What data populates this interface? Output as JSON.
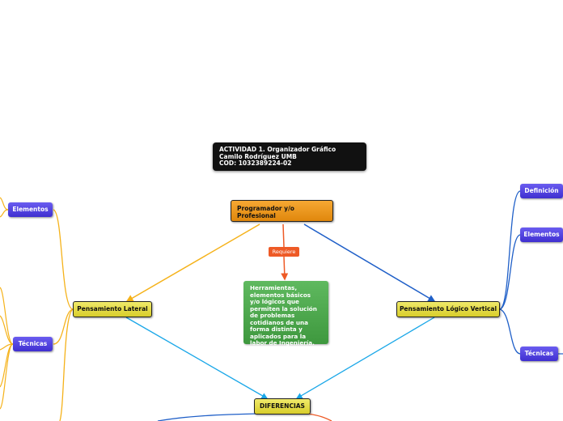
{
  "header": {
    "line1": "ACTIVIDAD 1. Organizador Gráfico",
    "line2": "Camilo Rodríguez UMB",
    "line3": "COD: 1032389224-02"
  },
  "root": {
    "label": "Programador y/o Profesional"
  },
  "relationship": {
    "label": "Requiere"
  },
  "description": {
    "text": "Herramientas, elementos básicos y/o lógicos que permiten la solución de problemas cotidianos de una forma distinta y aplicados para la labor de Ingeniería."
  },
  "left_branch": {
    "label": "Pensamiento Lateral",
    "children": [
      "Elementos",
      "Técnicas"
    ]
  },
  "right_branch": {
    "label": "Pensamiento Lógico Vertical",
    "children": [
      "Definición",
      "Elementos",
      "Técnicas"
    ]
  },
  "bottom": {
    "label": "DIFERENCIAS"
  },
  "colors": {
    "connector_left": "#f5b21a",
    "connector_right": "#1f5fc8",
    "connector_bottom": "#1aa7e8",
    "relationship": "#ee5a26"
  }
}
